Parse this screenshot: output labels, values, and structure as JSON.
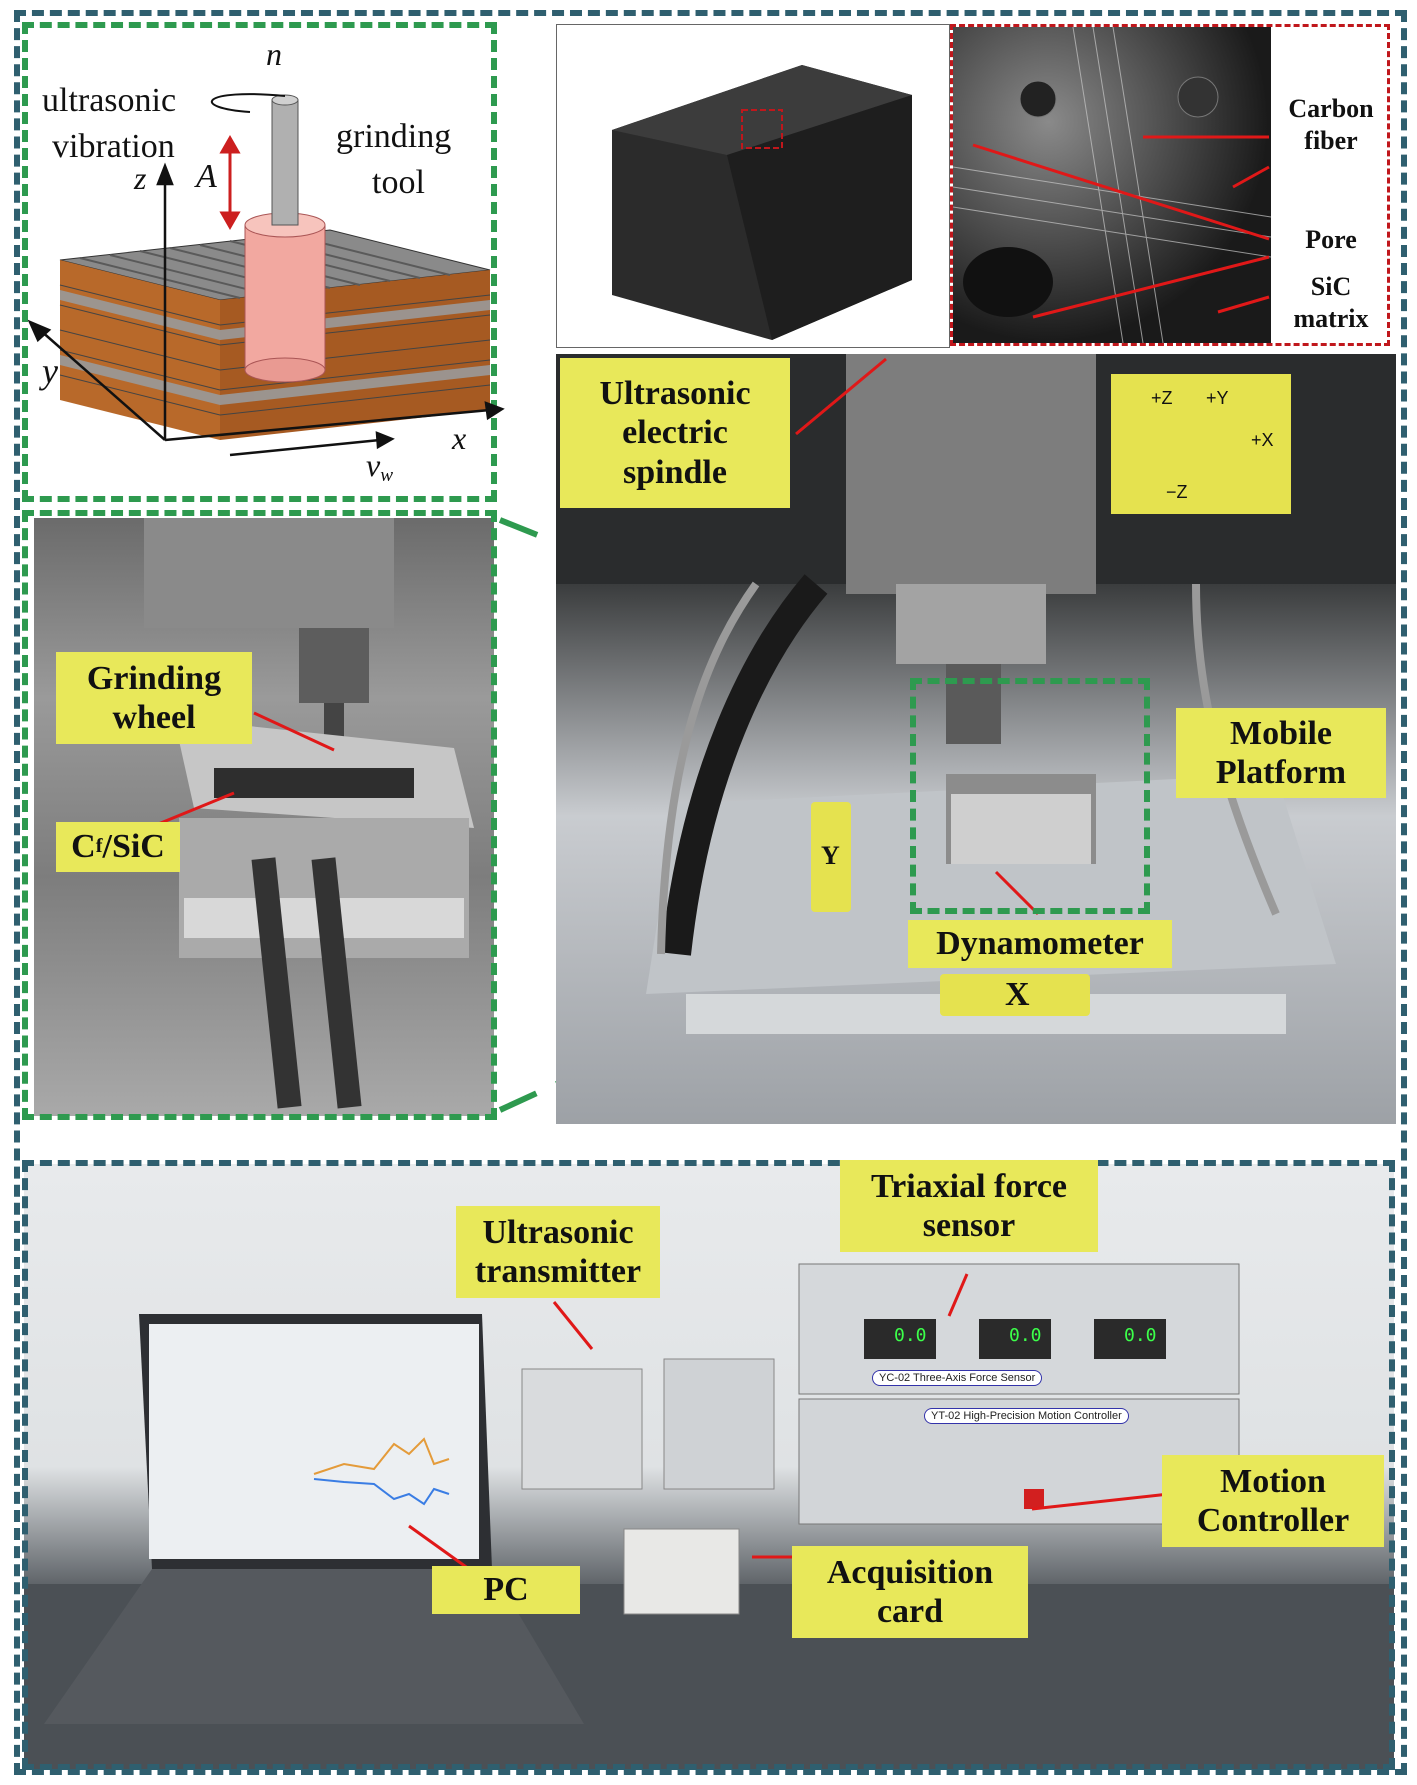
{
  "schematic": {
    "n_label": "n",
    "ultrasonic_label_1": "ultrasonic",
    "ultrasonic_label_2": "vibration",
    "grinding_tool_label_1": "grinding",
    "grinding_tool_label_2": "tool",
    "z_label": "z",
    "a_label": "A",
    "y_label": "y",
    "x_label": "x",
    "vw_label": "v",
    "vw_sub": "w"
  },
  "micro": {
    "carbon_fiber": "Carbon fiber",
    "pore": "Pore",
    "sic_matrix": "SiC matrix"
  },
  "closeup": {
    "grinding_wheel": "Grinding wheel",
    "cf_sic_c": "C",
    "cf_sic_f": "f",
    "cf_sic_rest": "/SiC"
  },
  "machine": {
    "spindle": "Ultrasonic electric spindle",
    "mobile_platform": "Mobile Platform",
    "dynamometer": "Dynamometer",
    "axis_plus_z": "+Z",
    "axis_plus_y": "+Y",
    "axis_plus_x": "+X",
    "axis_minus_z": "−Z",
    "x_sign": "X",
    "y_sign": "Y"
  },
  "bench": {
    "triaxial": "Triaxial force sensor",
    "transmitter": "Ultrasonic transmitter",
    "motion_controller": "Motion Controller",
    "acquisition_card": "Acquisition card",
    "pc": "PC",
    "force_sensor_plate": "YC-02 Three-Axis Force Sensor",
    "motion_controller_plate": "YT-02 High-Precision Motion Controller",
    "display_value": "0.0"
  },
  "colors": {
    "green_dash": "#2e9a4f",
    "teal_dash": "#2f5f6f",
    "label_yellow": "#e8e85a",
    "arrow_red": "#e01818"
  }
}
